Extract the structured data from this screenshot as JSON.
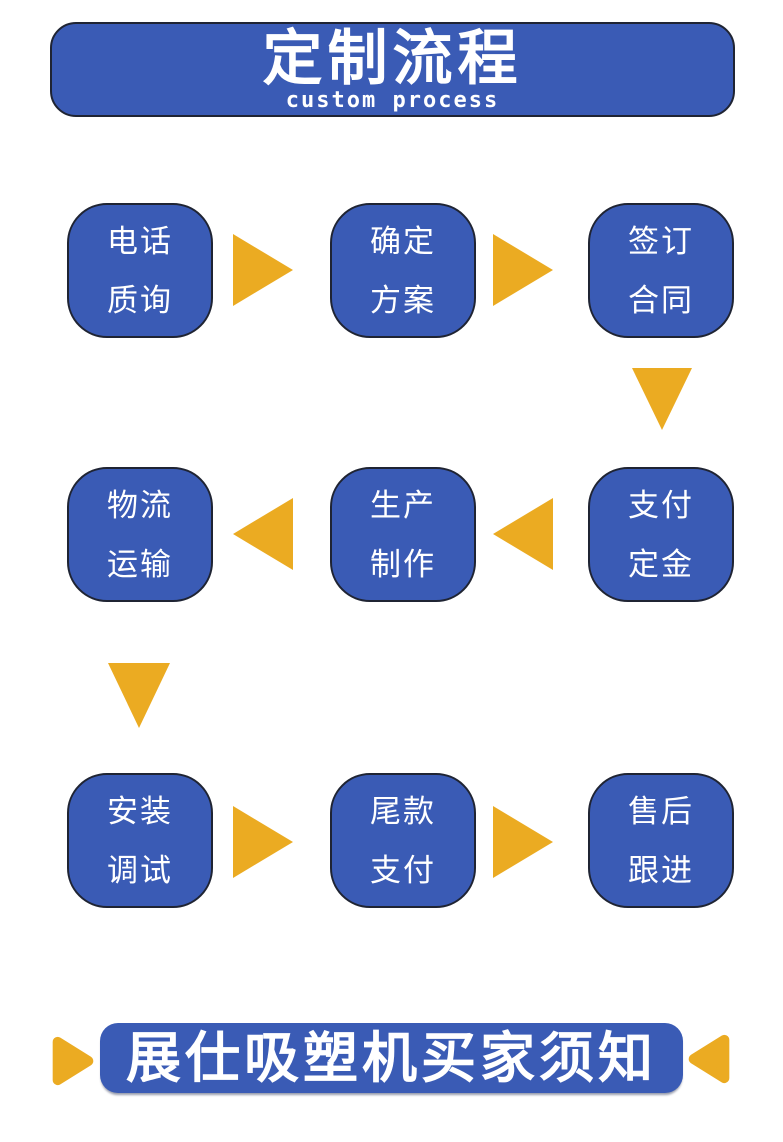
{
  "colors": {
    "primary_blue": "#3A5BB5",
    "box_border": "#1F2433",
    "arrow_gold": "#EBAB22",
    "text_white": "#FFFFFF",
    "page_bg": "#FFFFFF"
  },
  "header": {
    "title": "定制流程",
    "subtitle": "custom process"
  },
  "flow": {
    "rows": [
      {
        "name": "row-1",
        "arrow_direction": "right",
        "steps": [
          {
            "id": "phone-inquiry",
            "line1": "电话",
            "line2": "质询"
          },
          {
            "id": "confirm-plan",
            "line1": "确定",
            "line2": "方案"
          },
          {
            "id": "sign-contract",
            "line1": "签订",
            "line2": "合同"
          }
        ]
      },
      {
        "name": "row-2",
        "arrow_direction": "left",
        "steps": [
          {
            "id": "logistics-transport",
            "line1": "物流",
            "line2": "运输"
          },
          {
            "id": "production",
            "line1": "生产",
            "line2": "制作"
          },
          {
            "id": "pay-deposit",
            "line1": "支付",
            "line2": "定金"
          }
        ]
      },
      {
        "name": "row-3",
        "arrow_direction": "right",
        "steps": [
          {
            "id": "install-debug",
            "line1": "安装",
            "line2": "调试"
          },
          {
            "id": "final-payment",
            "line1": "尾款",
            "line2": "支付"
          },
          {
            "id": "after-sales",
            "line1": "售后",
            "line2": "跟进"
          }
        ]
      }
    ]
  },
  "footer": {
    "title": "展仕吸塑机买家须知"
  }
}
